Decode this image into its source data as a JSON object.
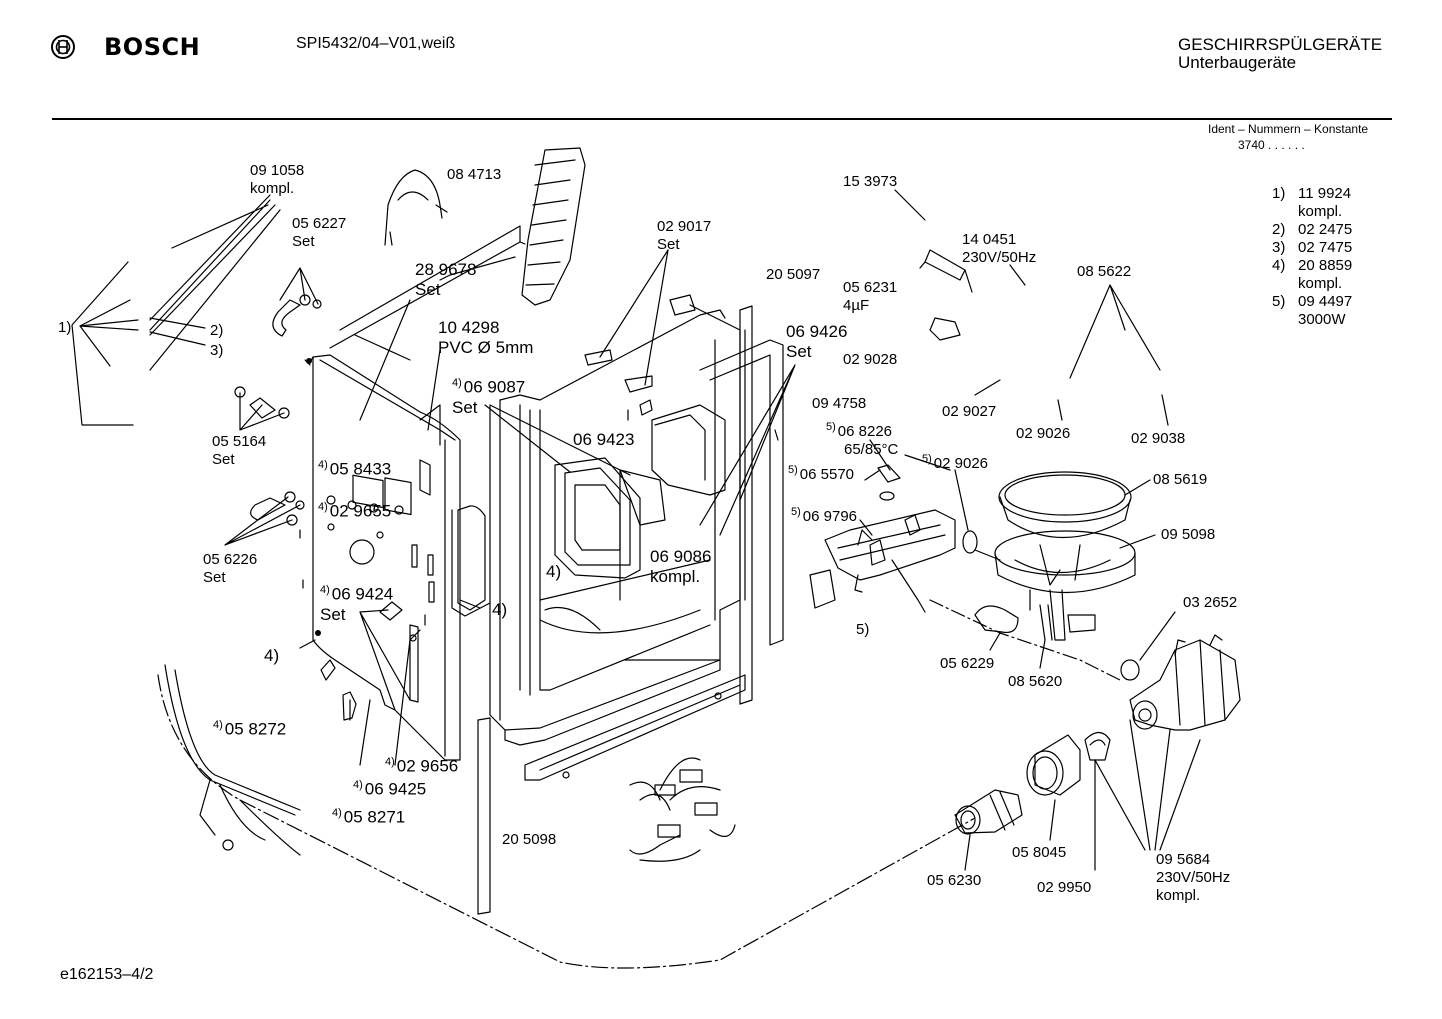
{
  "header": {
    "brand": "BOSCH",
    "model": "SPI5432/04–V01,weiß",
    "category_main": "GESCHIRRSPÜLGERÄTE",
    "category_sub": "Unterbaugeräte",
    "ident_label": "Ident – Nummern – Konstante",
    "ident_value": "3740  .  .  .  .  .  ."
  },
  "footer": {
    "doc_id": "e162153–4/2"
  },
  "legend": [
    {
      "key": "1)",
      "lines": [
        "11 9924",
        "kompl."
      ]
    },
    {
      "key": "2)",
      "lines": [
        "02 2475"
      ]
    },
    {
      "key": "3)",
      "lines": [
        "02 7475"
      ]
    },
    {
      "key": "4)",
      "lines": [
        "20 8859",
        "kompl."
      ]
    },
    {
      "key": "5)",
      "lines": [
        "09 4497",
        "3000W"
      ]
    }
  ],
  "callouts": {
    "c091058": [
      "09 1058",
      "kompl."
    ],
    "c084713": "08 4713",
    "c056227": [
      "05 6227",
      "Set"
    ],
    "c289678": [
      "28 9678",
      "Set"
    ],
    "c104298": [
      "10 4298",
      "PVC Ø 5mm"
    ],
    "c069087": [
      "06 9087",
      "Set"
    ],
    "c029017": [
      "02 9017",
      "Set"
    ],
    "c153973": "15 3973",
    "c140451": [
      "14 0451",
      "230V/50Hz"
    ],
    "c056231": [
      "05 6231",
      "4µF"
    ],
    "c205097": "20 5097",
    "c085622": "08 5622",
    "c069426": [
      "06 9426",
      "Set"
    ],
    "c029028": "02 9028",
    "c029027": "02 9027",
    "c029026a": "02 9026",
    "c029038": "02 9038",
    "c094758": "09 4758",
    "c068226": [
      "06 8226",
      "65/85°C"
    ],
    "c065570": "06 5570",
    "c029026b": "02 9026",
    "c085619": "08 5619",
    "c069796": "06 9796",
    "c095098": "09 5098",
    "c069423": "06 9423",
    "c069086": [
      "06 9086",
      "kompl."
    ],
    "c055164": [
      "05 5164",
      "Set"
    ],
    "c058433": "05 8433",
    "c029655": "02 9655",
    "c056226": [
      "05 6226",
      "Set"
    ],
    "c069424": [
      "06 9424",
      "Set"
    ],
    "c058272": "05 8272",
    "c029656": "02 9656",
    "c069425": "06 9425",
    "c058271": "05 8271",
    "c205098": "20 5098",
    "c032652": "03 2652",
    "c056229": "05 6229",
    "c085620": "08 5620",
    "c058045": "05 8045",
    "c056230": "05 6230",
    "c029950": "02 9950",
    "c095684": [
      "09 5684",
      "230V/50Hz",
      "kompl."
    ],
    "k1": "1)",
    "k2": "2)",
    "k3": "3)",
    "k4a": "4)",
    "k4b": "4)",
    "k4c": "4)",
    "k5": "5)",
    "s4": "4)",
    "s5": "5)"
  }
}
